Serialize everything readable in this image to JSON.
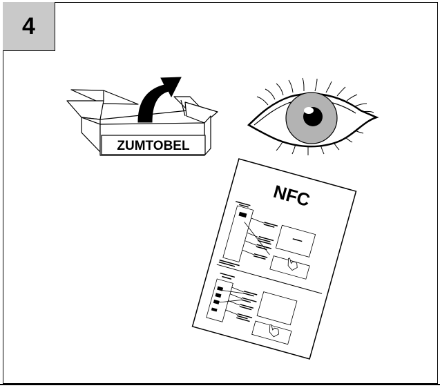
{
  "step": {
    "number": "4"
  },
  "box": {
    "brand_label": "ZUMTOBEL"
  },
  "leaflet": {
    "title": "NFC"
  },
  "icons": [
    "open-box-icon",
    "arrow-icon",
    "eye-icon",
    "nfc-leaflet-icon",
    "hand-pointer-icon"
  ],
  "colors": {
    "badge_background": "#c9c9c9",
    "iris": "#b3b3b3",
    "line": "#000000"
  }
}
